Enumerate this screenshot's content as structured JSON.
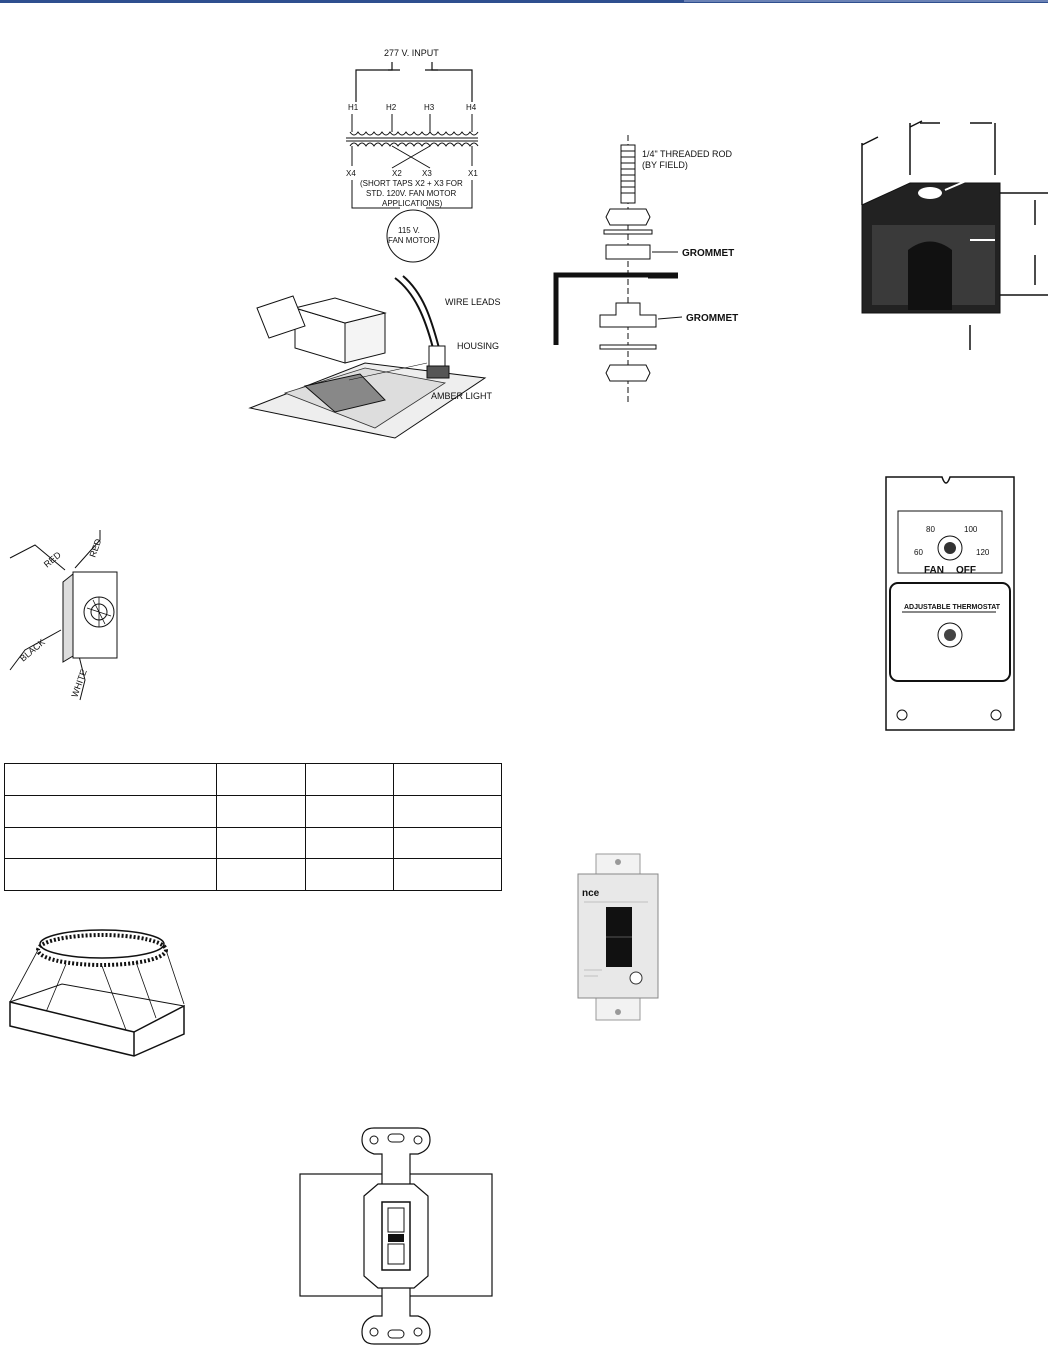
{
  "transformer": {
    "input": "277 V. INPUT",
    "taps_high": [
      "H1",
      "H2",
      "H3",
      "H4"
    ],
    "taps_low": [
      "X4",
      "X2",
      "X3",
      "X1"
    ],
    "note": [
      "(SHORT TAPS X2 + X3 FOR",
      "STD. 120V. FAN MOTOR",
      "APPLICATIONS)"
    ],
    "motor": [
      "115 V.",
      "FAN MOTOR"
    ]
  },
  "light_kit": {
    "labels": [
      "WIRE LEADS",
      "HOUSING",
      "AMBER LIGHT"
    ]
  },
  "hanger_rod": {
    "rod_label": [
      "1/4\" THREADED ROD",
      "(BY FIELD)"
    ],
    "grommet_upper": "GROMMET",
    "grommet_lower": "GROMMET"
  },
  "thermostat": {
    "scale": [
      "60",
      "80",
      "100",
      "120"
    ],
    "fan": "FAN",
    "off": "OFF",
    "label": "ADJUSTABLE THERMOSTAT"
  },
  "speed_control": {
    "wires": [
      "RED",
      "RED",
      "BLACK",
      "WHITE"
    ]
  },
  "table": {
    "rows": [
      [
        "",
        "",
        "",
        ""
      ],
      [
        "",
        "",
        "",
        ""
      ],
      [
        "",
        "",
        "",
        ""
      ],
      [
        "",
        "",
        "",
        ""
      ]
    ]
  },
  "timer": {
    "brand": "nce"
  }
}
